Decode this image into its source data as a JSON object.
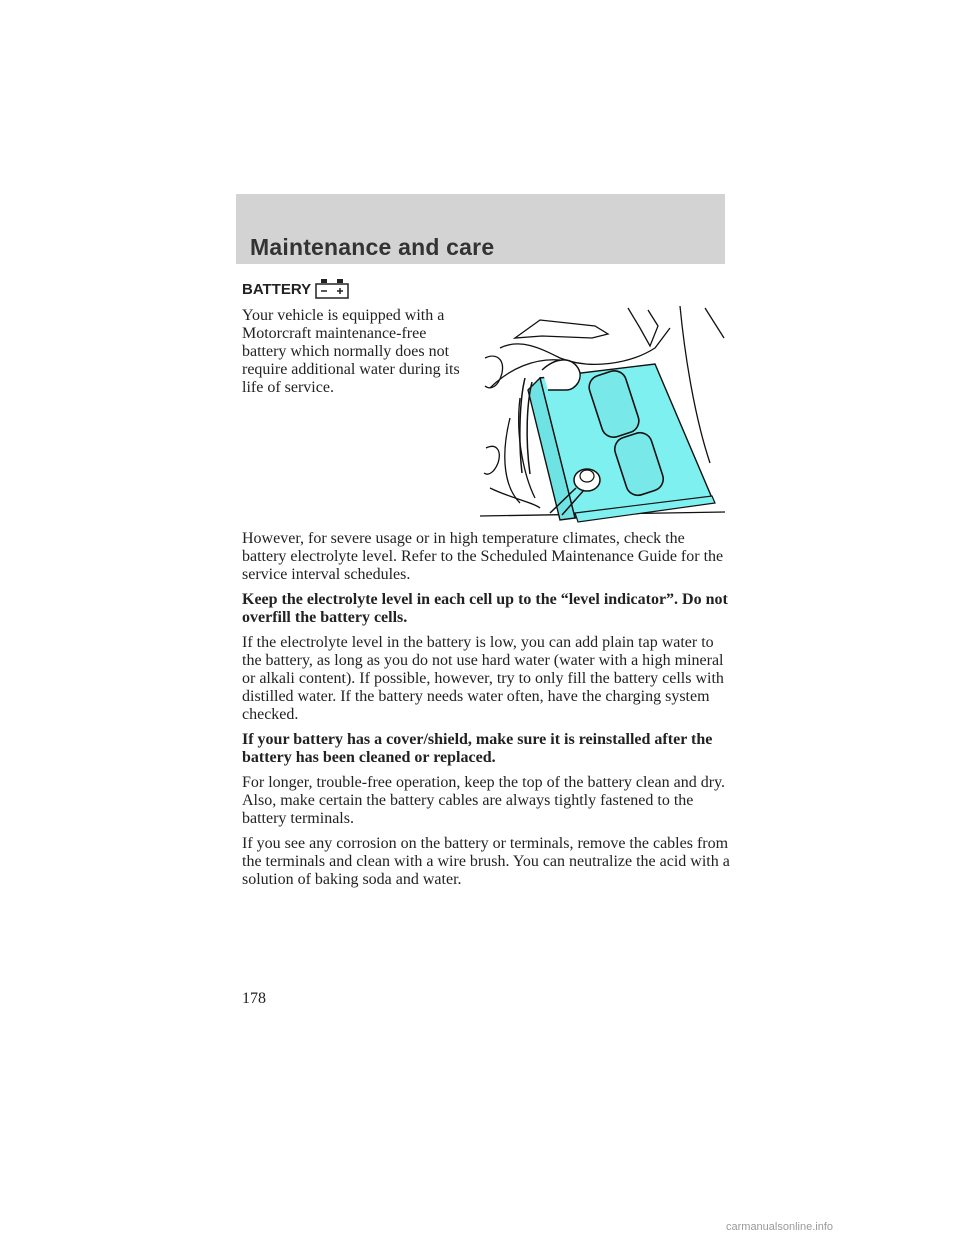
{
  "header": {
    "title": "Maintenance and care"
  },
  "section": {
    "title": "BATTERY",
    "icon": "battery-icon"
  },
  "intro_text": "Your vehicle is equipped with a Motorcraft maintenance-free battery which normally does not require additional water during its life of service.",
  "figure": {
    "battery_color": "#7ff0f0",
    "description_icon": "battery-illustration"
  },
  "paragraphs": [
    {
      "text": "However, for severe usage or in high temperature climates, check the battery electrolyte level. Refer to the Scheduled Maintenance Guide for the service interval schedules.",
      "bold": false
    },
    {
      "text": "Keep the electrolyte level in each cell up to the “level indicator”. Do not overfill the battery cells.",
      "bold": true
    },
    {
      "text": "If the electrolyte level in the battery is low, you can add plain tap water to the battery, as long as you do not use hard water (water with a high mineral or alkali content). If possible, however, try to only fill the battery cells with distilled water. If the battery needs water often, have the charging system checked.",
      "bold": false
    },
    {
      "text": "If your battery has a cover/shield, make sure it is reinstalled after the battery has been cleaned or replaced.",
      "bold": true
    },
    {
      "text": "For longer, trouble-free operation, keep the top of the battery clean and dry. Also, make certain the battery cables are always tightly fastened to the battery terminals.",
      "bold": false
    },
    {
      "text": "If you see any corrosion on the battery or terminals, remove the cables from the terminals and clean with a wire brush. You can neutralize the acid with a solution of baking soda and water.",
      "bold": false
    }
  ],
  "page_number": "178",
  "footer": {
    "watermark": "carmanualsonline.info"
  }
}
